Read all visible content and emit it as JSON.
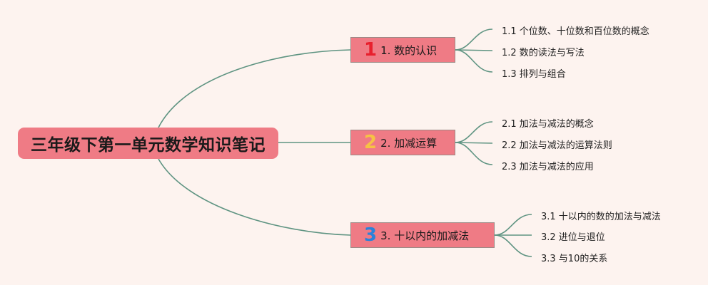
{
  "root": {
    "label": "三年级下第一单元数学知识笔记"
  },
  "branches": [
    {
      "icon": "1",
      "label": "1. 数的认识",
      "children": [
        "1.1 个位数、十位数和百位数的概念",
        "1.2 数的读法与写法",
        "1.3 排列与组合"
      ]
    },
    {
      "icon": "2",
      "label": "2. 加减运算",
      "children": [
        "2.1 加法与减法的概念",
        "2.2 加法与减法的运算法则",
        "2.3 加法与减法的应用"
      ]
    },
    {
      "icon": "3",
      "label": "3. 十以内的加减法",
      "children": [
        "3.1 十以内的数的加法与减法",
        "3.2 进位与退位",
        "3.3 与10的关系"
      ]
    }
  ],
  "colors": {
    "background": "#fdf3ef",
    "node_fill": "#ef7b85",
    "connector": "#5f9482",
    "icon_1": "#e8202d",
    "icon_2": "#f6c244",
    "icon_3": "#2b82d9"
  }
}
